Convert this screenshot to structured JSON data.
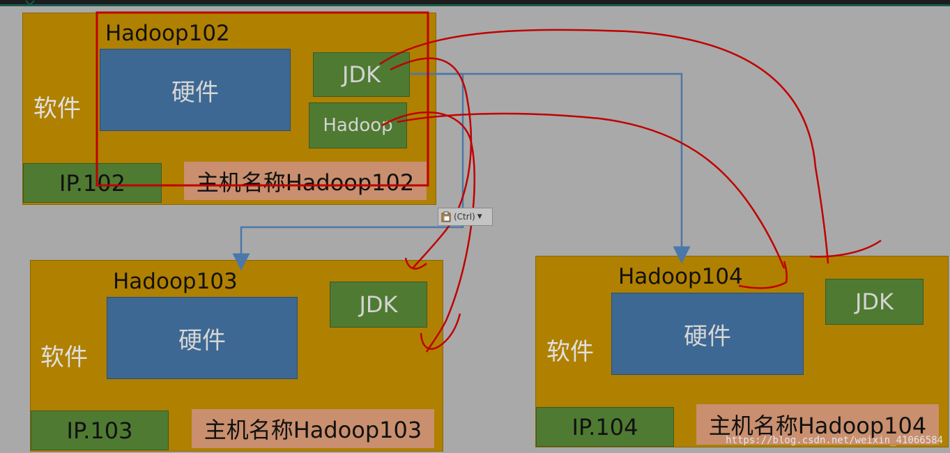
{
  "hosts": [
    {
      "title": "Hadoop102",
      "hardware": "硬件",
      "software": "软件",
      "packages": [
        "JDK",
        "Hadoop"
      ],
      "ip": "IP.102",
      "hostname": "主机名称Hadoop102"
    },
    {
      "title": "Hadoop103",
      "hardware": "硬件",
      "software": "软件",
      "packages": [
        "JDK"
      ],
      "ip": "IP.103",
      "hostname": "主机名称Hadoop103"
    },
    {
      "title": "Hadoop104",
      "hardware": "硬件",
      "software": "软件",
      "packages": [
        "JDK"
      ],
      "ip": "IP.104",
      "hostname": "主机名称Hadoop104"
    }
  ],
  "paste_tooltip": {
    "label": "(Ctrl)",
    "icon": "clipboard-icon"
  },
  "watermark": "https://blog.csdn.net/weixin_41066584",
  "colors": {
    "host_bg": "#b08000",
    "hardware_bg": "#3d6893",
    "package_bg": "#4f7a32",
    "hostname_bg": "#c98f6e",
    "connector": "#4a78a8",
    "annotation": "#c00000",
    "background": "#a9a9a9"
  }
}
